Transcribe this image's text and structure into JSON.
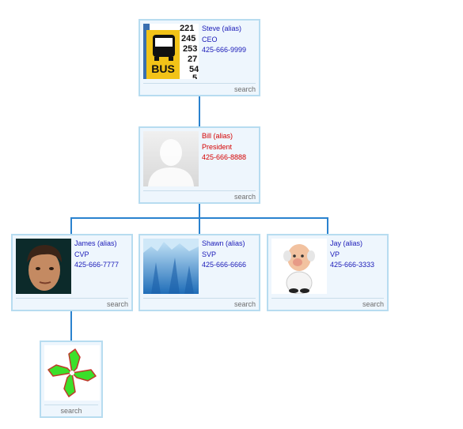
{
  "nodes": {
    "steve": {
      "name": "Steve (alias)",
      "title": "CEO",
      "phone": "425-666-9999",
      "photo": "bus-route-sign",
      "search": "search"
    },
    "bill": {
      "name": "Bill (alias)",
      "title": "President",
      "phone": "425-666-8888",
      "photo": "placeholder-silhouette",
      "search": "search"
    },
    "james": {
      "name": "James (alias)",
      "title": "CVP",
      "phone": "425-666-7777",
      "photo": "man-face-portrait",
      "search": "search"
    },
    "shawn": {
      "name": "Shawn (alias)",
      "title": "SVP",
      "phone": "425-666-6666",
      "photo": "blue-glacier",
      "search": "search"
    },
    "jay": {
      "name": "Jay (alias)",
      "title": "VP",
      "phone": "425-666-3333",
      "photo": "cartoon-figurine",
      "search": "search"
    },
    "unknown": {
      "photo": "green-pinwheel-icon",
      "search": "search"
    }
  },
  "bus_sign_numbers": [
    "221",
    "245",
    "253",
    "27",
    "54",
    "5"
  ],
  "bus_sign_text": "BUS",
  "colors": {
    "card_background": "#eef6fd",
    "card_border": "#b7dcf0",
    "text_blue": "#1a1ab8",
    "text_red": "#d40000",
    "connector": "#2a82cf"
  }
}
